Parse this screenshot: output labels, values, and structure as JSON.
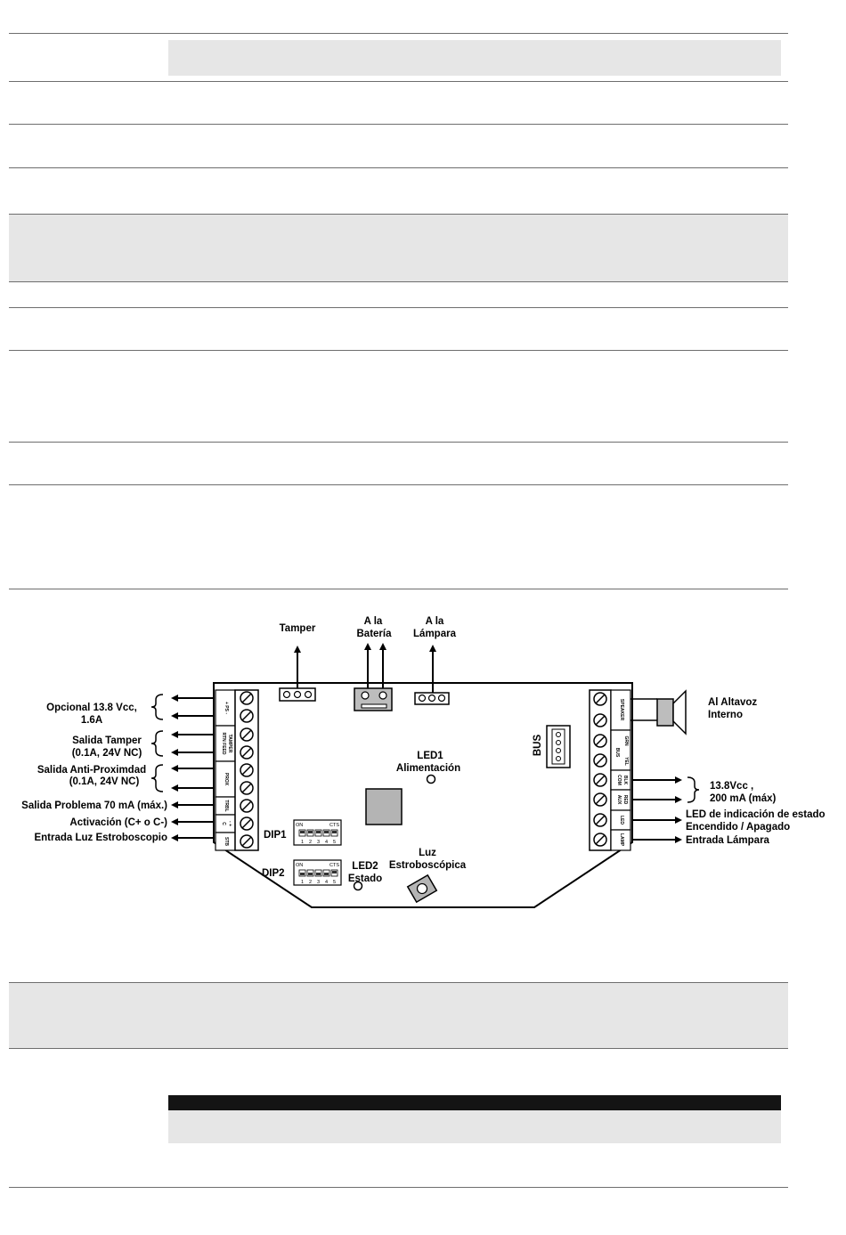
{
  "diagram": {
    "top_labels": {
      "tamper": "Tamper",
      "bateria_l1": "A la",
      "bateria_l2": "Batería",
      "lampara_l1": "A la",
      "lampara_l2": "Lámpara"
    },
    "left_labels": {
      "opcional_l1": "Opcional 13.8 Vcc,",
      "opcional_l2": "1.6A",
      "tamper_l1": "Salida Tamper",
      "tamper_l2": "(0.1A, 24V NC)",
      "prox_l1": "Salida Anti-Proximdad",
      "prox_l2": "(0.1A, 24V NC)",
      "problema": "Salida Problema 70 mA (máx.)",
      "activacion": "Activación (C+ o C-)",
      "estrobo": "Entrada Luz Estroboscopio"
    },
    "left_terminals": {
      "ps": "+ PS -",
      "tamper_l1": "RTN FEED",
      "tamper_l2": "TAMPER",
      "prox": "PROX",
      "trbl": "TRBL",
      "c": "C",
      "c_pm": "- +",
      "stb": "STB"
    },
    "right_terminals": {
      "speaker": "SPEAKER",
      "bus_grn": "GRN",
      "bus_l": "BUS",
      "bus_yel": "YEL",
      "com": "COM",
      "blk": "BLK",
      "aux": "AUX",
      "red": "RED",
      "led": "LED",
      "lamp": "LAMP"
    },
    "right_labels": {
      "altavoz_l1": "Al Altavoz",
      "altavoz_l2": "Interno",
      "vcc_l1": "13.8Vcc ,",
      "vcc_l2": "200 mA (máx)",
      "led_l1": "LED de indicación de estado",
      "led_l2": "Encendido / Apagado",
      "lampara": "Entrada  Lámpara"
    },
    "center": {
      "bus": "BUS",
      "led1_l1": "LED1",
      "led1_l2": "Alimentación",
      "dip1": "DIP1",
      "dip2": "DIP2",
      "dip_on": "ON",
      "dip_cts": "CTS",
      "dip_nums": [
        "1",
        "2",
        "3",
        "4",
        "5"
      ],
      "led2_l1": "LED2",
      "led2_l2": "Estado",
      "luz_l1": "Luz",
      "luz_l2": "Estroboscópica"
    }
  }
}
